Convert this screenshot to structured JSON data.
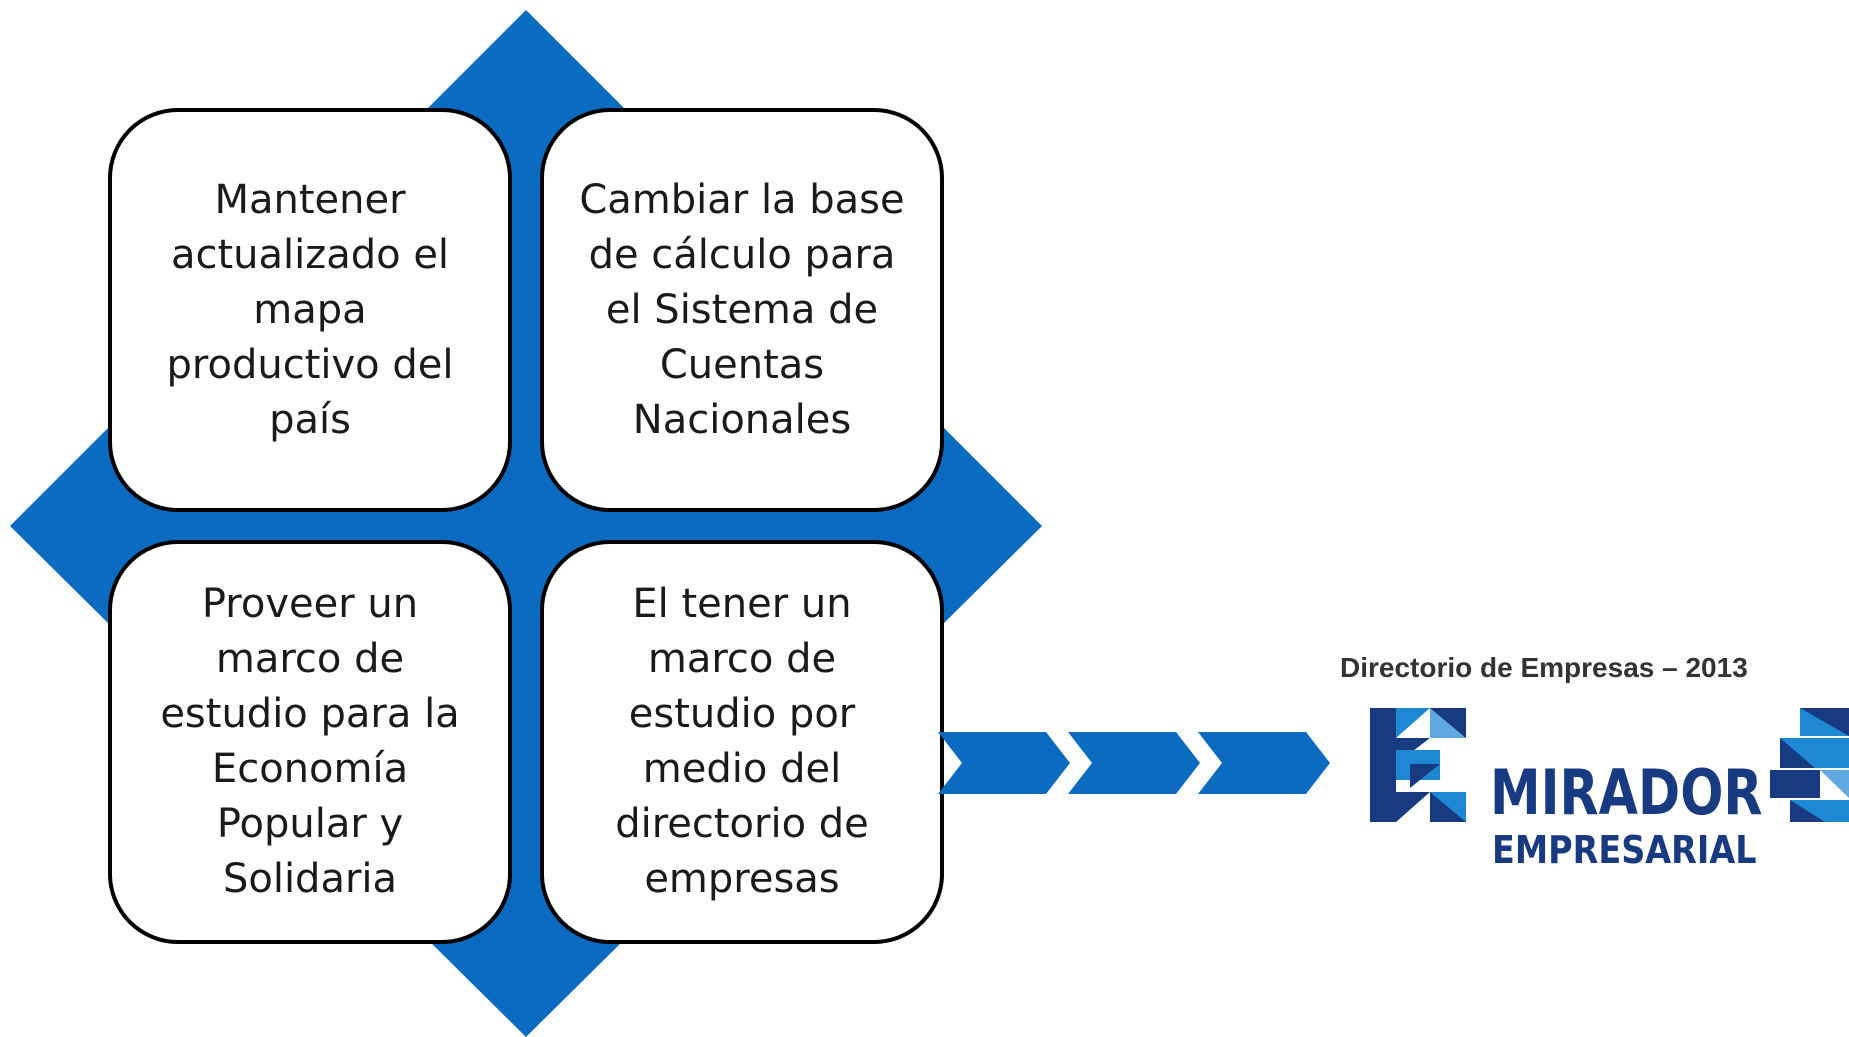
{
  "colors": {
    "diamond": "#0a6bc0",
    "chevron": "#0a6bc0",
    "box_border": "#000000",
    "logo_navy": "#173a80",
    "logo_blue": "#1e88d4"
  },
  "boxes": {
    "top_left": "Mantener\nactualizado el\nmapa\nproductivo del\npaís",
    "top_right": "Cambiar la base\nde cálculo para\nel Sistema de\nCuentas\nNacionales",
    "bottom_left": "Proveer un\nmarco de\nestudio para la\nEconomía\nPopular y\nSolidaria",
    "bottom_right": "El tener un\nmarco de\nestudio por\nmedio del\ndirectorio de\nempresas"
  },
  "logo": {
    "caption": "Directorio de Empresas – 2013",
    "title": "MIRADOR",
    "subtitle": "EMPRESARIAL"
  }
}
